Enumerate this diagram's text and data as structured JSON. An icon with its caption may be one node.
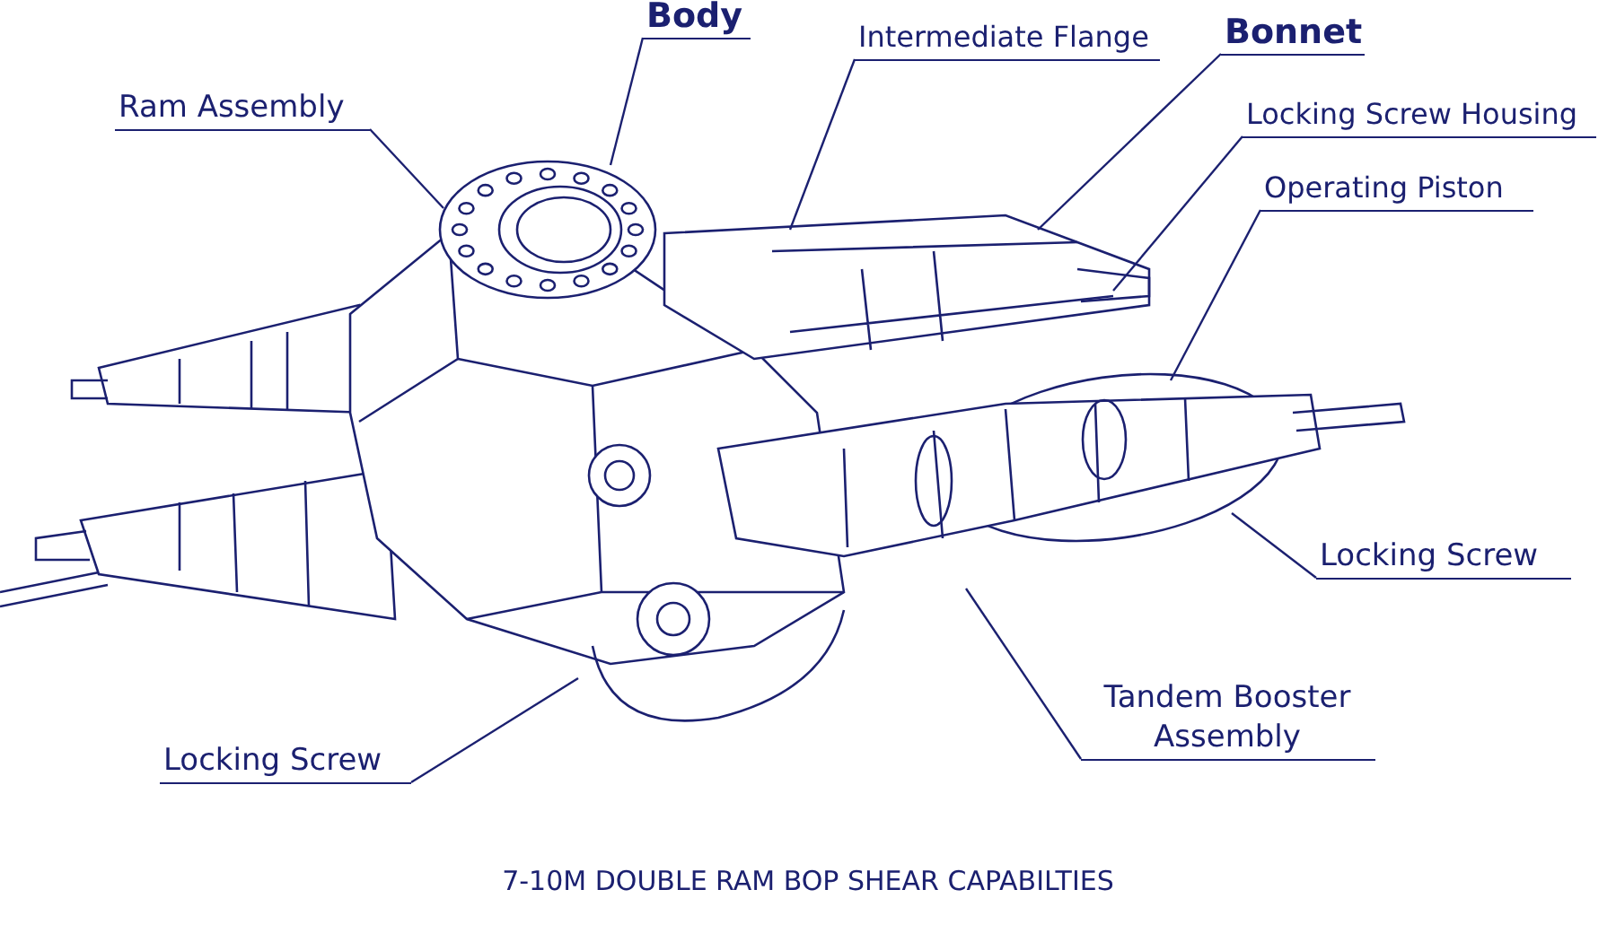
{
  "diagram": {
    "title": "7-10M DOUBLE RAM BOP SHEAR CAPABILTIES",
    "nodes": [
      {
        "text": [
          "Body"
        ]
      },
      {
        "text": [
          "Intermediate Flange"
        ]
      },
      {
        "text": [
          "Ram Assembly"
        ]
      },
      {
        "text": [
          "Bonnet"
        ]
      },
      {
        "text": [
          "Locking Screw Housing"
        ]
      },
      {
        "text": [
          "Operating Piston"
        ]
      },
      {
        "text": [
          "Locking Screw"
        ]
      },
      {
        "text": [
          "Tandem Booster Assembly"
        ]
      },
      {
        "text": [
          "Locking Screw"
        ]
      }
    ],
    "edges": [
      {
        "from": 0,
        "to": null,
        "arrow": "none"
      },
      {
        "from": 1,
        "to": null,
        "arrow": "none"
      },
      {
        "from": 2,
        "to": null,
        "arrow": "none"
      },
      {
        "from": 3,
        "to": null,
        "arrow": "none"
      },
      {
        "from": 4,
        "to": null,
        "arrow": "none"
      },
      {
        "from": 5,
        "to": null,
        "arrow": "none"
      },
      {
        "from": 6,
        "to": null,
        "arrow": "none"
      },
      {
        "from": 7,
        "to": null,
        "arrow": "none"
      },
      {
        "from": 8,
        "to": null,
        "arrow": "none"
      }
    ]
  }
}
